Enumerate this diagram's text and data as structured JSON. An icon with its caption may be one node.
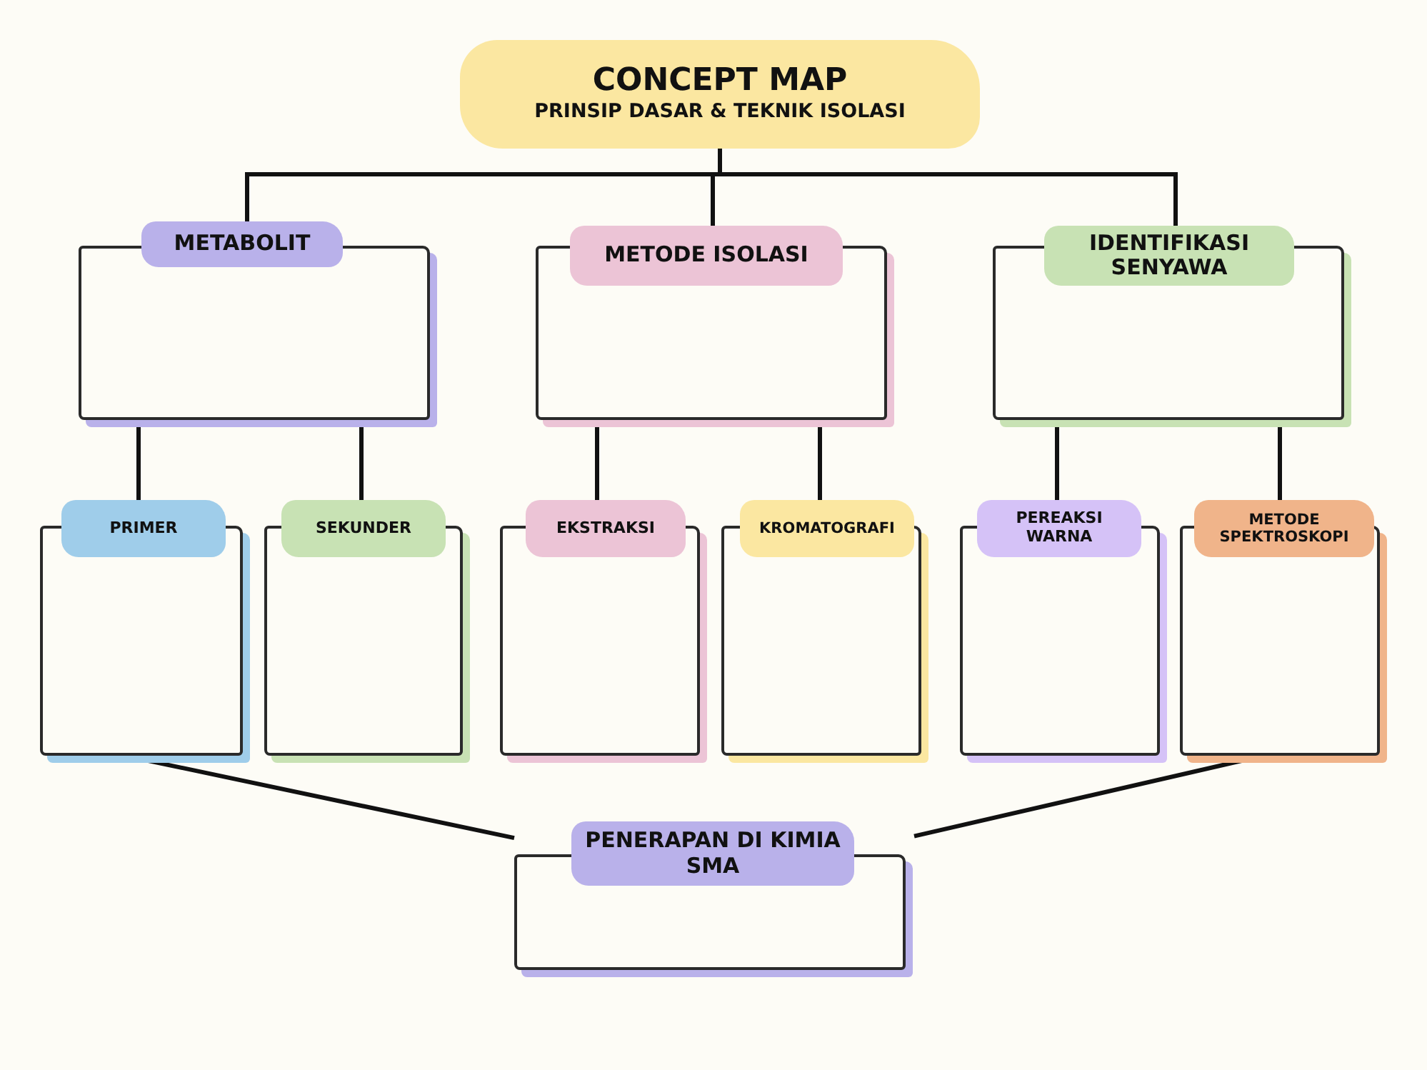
{
  "diagram": {
    "nodes": [
      {
        "text": [
          "CONCEPT MAP",
          "PRINSIP DASAR & TEKNIK ISOLASI"
        ]
      },
      {
        "text": [
          "METABOLIT"
        ]
      },
      {
        "text": [
          "METODE ISOLASI"
        ]
      },
      {
        "text": [
          "IDENTIFIKASI SENYAWA"
        ]
      },
      {
        "text": [
          "PRIMER"
        ]
      },
      {
        "text": [
          "SEKUNDER"
        ]
      },
      {
        "text": [
          "EKSTRAKSI"
        ]
      },
      {
        "text": [
          "KROMATOGRAFI"
        ]
      },
      {
        "text": [
          "PEREAKSI WARNA"
        ]
      },
      {
        "text": [
          "METODE SPEKTROSKOPI"
        ]
      },
      {
        "text": [
          "PENERAPAN DI KIMIA SMA"
        ]
      }
    ],
    "edges": [
      {
        "from": 0,
        "to": 1,
        "arrow": "none"
      },
      {
        "from": 0,
        "to": 2,
        "arrow": "none"
      },
      {
        "from": 0,
        "to": 3,
        "arrow": "none"
      },
      {
        "from": 1,
        "to": 4,
        "arrow": "none"
      },
      {
        "from": 1,
        "to": 5,
        "arrow": "none"
      },
      {
        "from": 2,
        "to": 6,
        "arrow": "none"
      },
      {
        "from": 2,
        "to": 7,
        "arrow": "none"
      },
      {
        "from": 3,
        "to": 8,
        "arrow": "none"
      },
      {
        "from": 3,
        "to": 9,
        "arrow": "none"
      },
      {
        "from": 4,
        "to": 10,
        "arrow": "none"
      },
      {
        "from": 9,
        "to": 10,
        "arrow": "none"
      }
    ]
  }
}
